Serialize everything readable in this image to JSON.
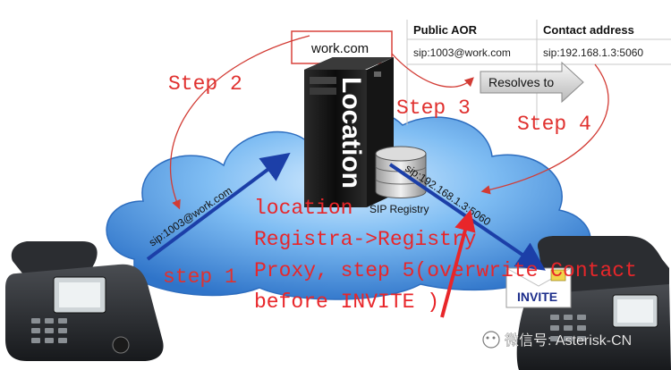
{
  "table": {
    "headers": [
      "Public AOR",
      "Contact address"
    ],
    "row": [
      "sip:1003@work.com",
      "sip:192.168.1.3:5060"
    ]
  },
  "domain_label": "work.com",
  "resolves_label": "Resolves to",
  "server_label": "Location",
  "registry_label": "SIP Registry",
  "left_link_label": "sip:1003@work.com",
  "right_link_label": "sip:192.168.1.3:5060",
  "invite_label": "INVITE",
  "steps": {
    "step1": "step 1",
    "step2": "Step 2",
    "step3": "Step 3",
    "step4": "Step 4"
  },
  "annotation_lines": [
    "location",
    "Registra->Registry",
    "Proxy, step 5(overwrite Contact",
    "before INVITE )"
  ],
  "watermark": "微信号: Asterisk-CN",
  "colors": {
    "annotation_red": "#e8262a",
    "step_red": "#e0312f",
    "cloud_blue": "#3e8ee0",
    "arrow_blue": "#1c3fa8",
    "table_line": "#c9c9c9"
  }
}
